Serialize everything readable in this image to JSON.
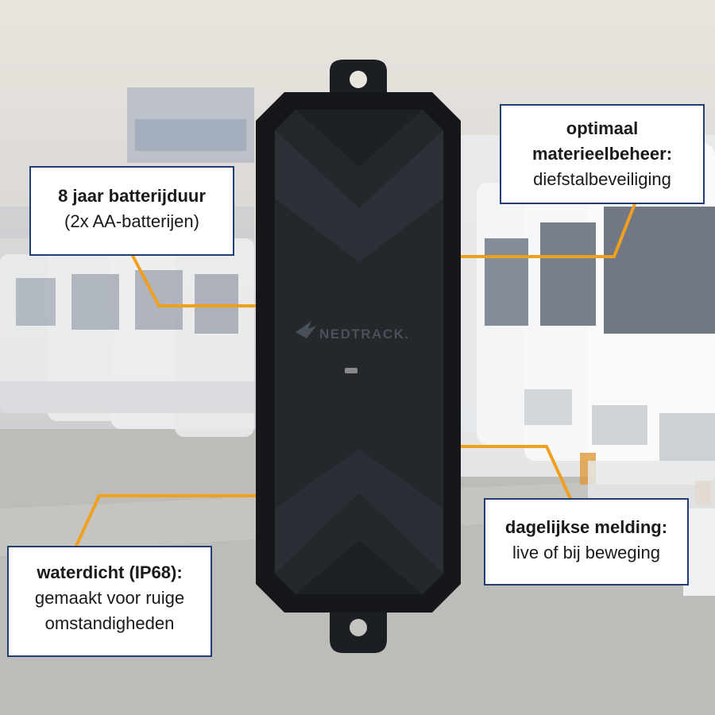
{
  "device": {
    "brand_logo_text": "NEDTRACK."
  },
  "callouts": {
    "battery": {
      "title": "8 jaar batterijduur",
      "sub": "(2x AA-batterijen)"
    },
    "management": {
      "title_line1": "optimaal",
      "title_line2": "materieelbeheer:",
      "sub": "diefstalbeveiliging"
    },
    "notification": {
      "title": "dagelijkse melding:",
      "sub": "live of bij beweging"
    },
    "waterproof": {
      "title": "waterdicht (IP68):",
      "sub_line1": "gemaakt voor ruige",
      "sub_line2": "omstandigheden"
    }
  },
  "colors": {
    "accent_line": "#f0a020",
    "box_border": "#1f3f73",
    "device_body": "#1b1e22"
  }
}
